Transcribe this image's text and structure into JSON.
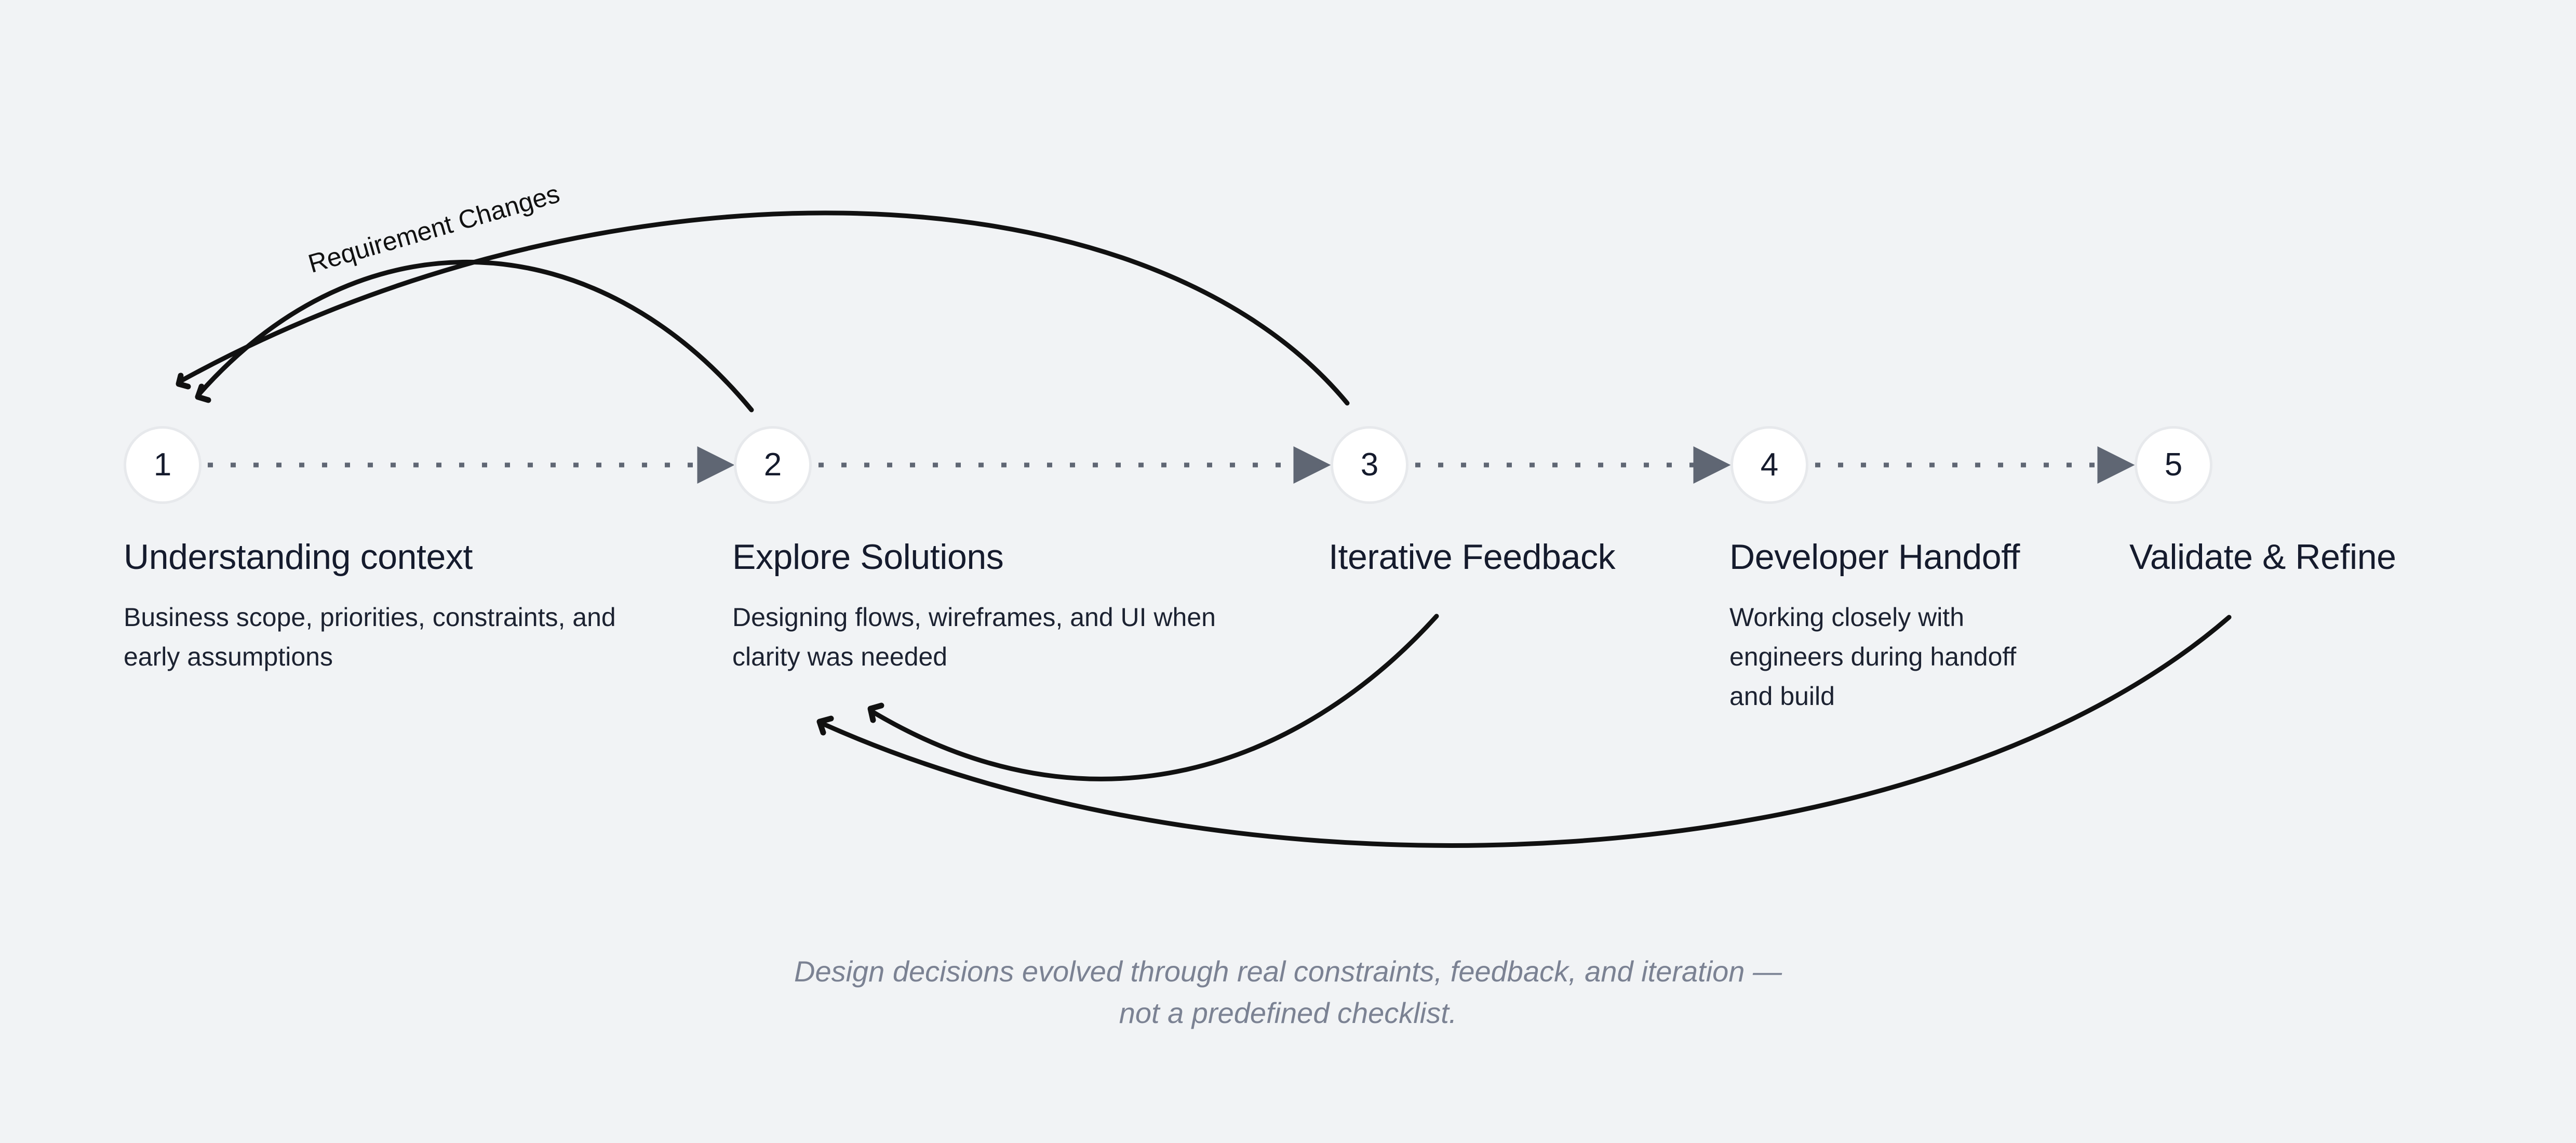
{
  "diagram": {
    "background_color": "#f1f3f5",
    "node_fill": "#ffffff",
    "node_border": "#e7e9ec",
    "number_color": "#151b2d",
    "title_color": "#151b2d",
    "desc_color": "#1c2231",
    "rail_color": "#5f6673",
    "curve_color": "#111111",
    "caption_color": "#7b8293"
  },
  "steps": [
    {
      "number": "1",
      "title": "Understanding context",
      "desc": "Business scope, priorities, constraints, and early assumptions"
    },
    {
      "number": "2",
      "title": "Explore Solutions",
      "desc": "Designing flows, wireframes, and UI when clarity was needed"
    },
    {
      "number": "3",
      "title": "Iterative Feedback",
      "desc": ""
    },
    {
      "number": "4",
      "title": "Developer Handoff",
      "desc": "Working closely with engineers during handoff and build"
    },
    {
      "number": "5",
      "title": "Validate & Refine",
      "desc": ""
    }
  ],
  "annotations": {
    "requirement_changes_label": "Requirement Changes"
  },
  "caption": {
    "line1": "Design decisions evolved through real constraints, feedback, and iteration —",
    "line2": "not a predefined checklist."
  }
}
